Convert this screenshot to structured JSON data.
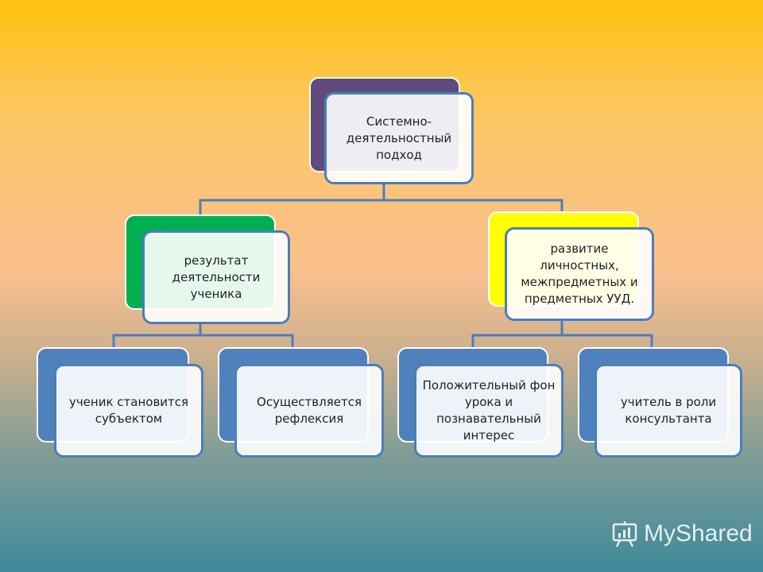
{
  "diagram": {
    "root": {
      "label": "Системно-деятельностный подход"
    },
    "left_branch": {
      "label": "результат деятельности ученика"
    },
    "right_branch": {
      "label": "развитие личностных, межпредметных и предметных УУД."
    },
    "leaves": [
      {
        "label": "ученик становится субъектом"
      },
      {
        "label": "Осуществляется рефлексия"
      },
      {
        "label": "Положительный фон урока и познавательный интерес"
      },
      {
        "label": "учитель в роли консультанта"
      }
    ]
  },
  "colors": {
    "root_accent": "#604a7b",
    "left_accent": "#00b050",
    "right_accent": "#ffff00",
    "leaf_accent": "#4f81bd",
    "border": "#4a7ebf",
    "connector": "#4a7ebf"
  },
  "logo": {
    "text": "MyShared",
    "icon": "presentation-board-icon"
  }
}
